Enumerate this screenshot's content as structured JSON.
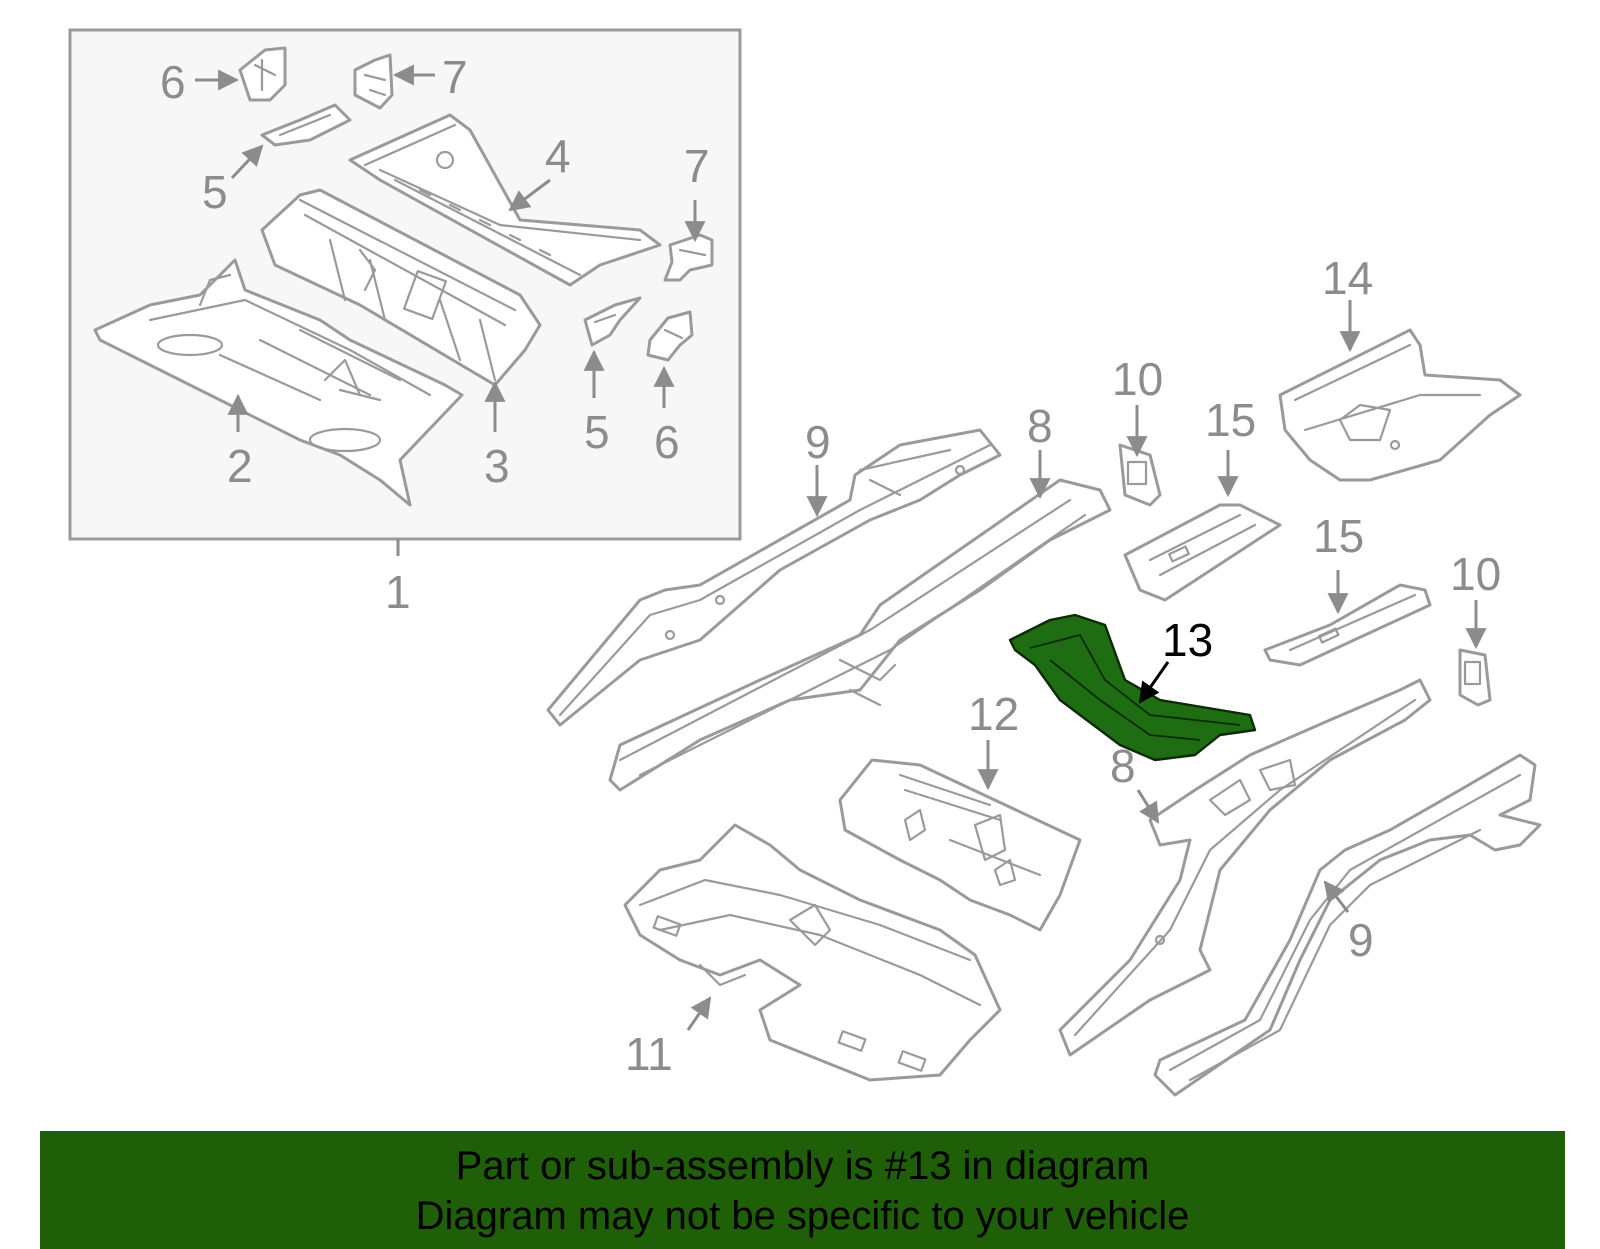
{
  "callouts": {
    "c1": "1",
    "c2": "2",
    "c3": "3",
    "c4": "4",
    "c5a": "5",
    "c5b": "5",
    "c6a": "6",
    "c6b": "6",
    "c7a": "7",
    "c7b": "7",
    "c8a": "8",
    "c8b": "8",
    "c9a": "9",
    "c9b": "9",
    "c10a": "10",
    "c10b": "10",
    "c11": "11",
    "c12": "12",
    "c13": "13",
    "c14": "14",
    "c15a": "15",
    "c15b": "15"
  },
  "highlighted_part": "13",
  "colors": {
    "highlight": "#1f6d12",
    "banner": "#1f5f07",
    "outline": "#9a9a9a"
  },
  "banner": {
    "line1": "Part or sub-assembly is #13 in diagram",
    "line2": "Diagram may not be specific to your vehicle"
  }
}
